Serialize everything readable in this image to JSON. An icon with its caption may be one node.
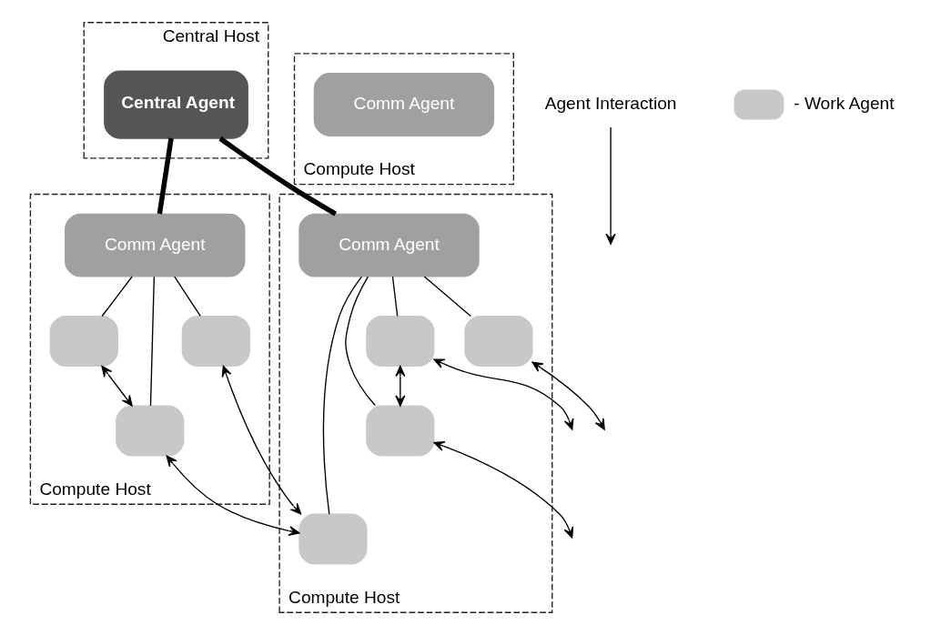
{
  "diagram": {
    "nodes": [
      {
        "text": [
          "Central Host"
        ]
      },
      {
        "text": [
          "Central Agent"
        ],
        "in": 0
      },
      {
        "text": [
          "Compute Host"
        ]
      },
      {
        "text": [
          "Comm Agent"
        ],
        "in": 2
      },
      {
        "text": [],
        "shape": "box",
        "in": 2
      },
      {
        "text": [],
        "shape": "box",
        "in": 2
      },
      {
        "text": [],
        "shape": "box",
        "in": 2
      },
      {
        "text": [
          "Compute Host"
        ]
      },
      {
        "text": [
          "Comm Agent"
        ],
        "in": 7
      },
      {
        "text": [],
        "shape": "box",
        "in": 7
      },
      {
        "text": [],
        "shape": "box",
        "in": 7
      },
      {
        "text": [],
        "shape": "box",
        "in": 7
      },
      {
        "text": [],
        "shape": "box",
        "in": 7
      },
      {
        "text": [
          "Compute Host"
        ]
      },
      {
        "text": [
          "Comm Agent"
        ],
        "in": 13
      },
      {
        "text": [
          "Agent Interaction"
        ]
      }
    ],
    "edges": [
      {
        "from": 1,
        "to": 3,
        "arrow": "none",
        "style": "thick"
      },
      {
        "from": 1,
        "to": 8,
        "arrow": "none",
        "style": "thick"
      },
      {
        "from": 3,
        "to": 4,
        "arrow": "none"
      },
      {
        "from": 3,
        "to": 6,
        "arrow": "none"
      },
      {
        "from": 3,
        "to": 5,
        "arrow": "none"
      },
      {
        "from": 8,
        "to": 9,
        "arrow": "none"
      },
      {
        "from": 8,
        "to": 12,
        "arrow": "none"
      },
      {
        "from": 8,
        "to": 11,
        "arrow": "none"
      },
      {
        "from": 8,
        "to": 10,
        "arrow": "none"
      },
      {
        "from": 4,
        "to": 6,
        "arrow": "both"
      },
      {
        "from": 5,
        "to": 9,
        "arrow": "both"
      },
      {
        "from": 6,
        "to": 9,
        "arrow": "both"
      },
      {
        "from": 10,
        "to": 12,
        "arrow": "both"
      },
      {
        "from": 10,
        "to": null,
        "arrow": "both"
      },
      {
        "from": 11,
        "to": null,
        "arrow": "both"
      },
      {
        "from": 12,
        "to": null,
        "arrow": "both"
      },
      {
        "from": 15,
        "to": null,
        "arrow": "to"
      }
    ],
    "legend": [
      {
        "text": "- Work Agent",
        "color": "#c8c8c8"
      }
    ]
  }
}
